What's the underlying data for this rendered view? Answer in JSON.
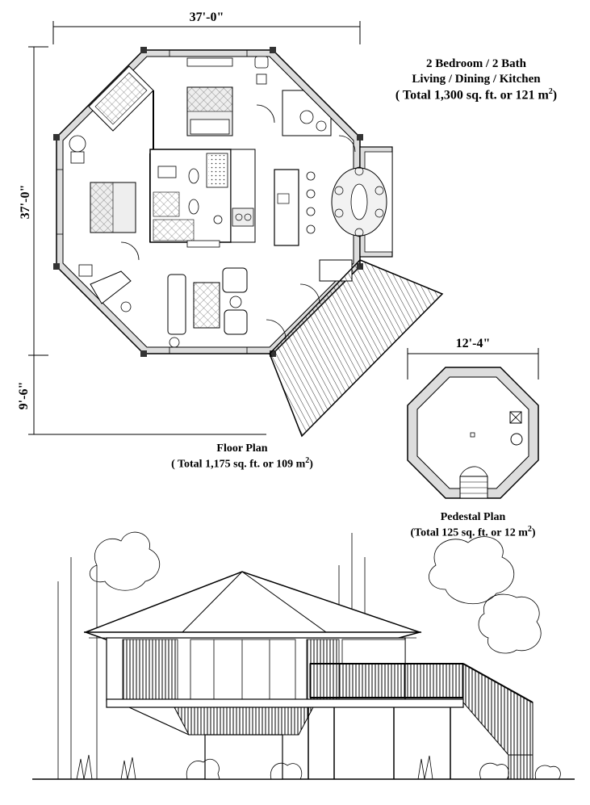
{
  "summary": {
    "bedbath": "2 Bedroom / 2 Bath",
    "rooms": "Living / Dining / Kitchen",
    "total_prefix": "( Total 1,300 sq. ft. or 121 m",
    "total_sup": "2",
    "total_suffix": ")"
  },
  "floor_plan": {
    "dim_width": "37'-0\"",
    "dim_height": "37'-0\"",
    "dim_deck": "9'-6\"",
    "title": "Floor Plan",
    "area_prefix": "( Total 1,175 sq. ft. or 109 m",
    "area_sup": "2",
    "area_suffix": ")"
  },
  "pedestal_plan": {
    "dim_width": "12'-4\"",
    "title": "Pedestal Plan",
    "area_prefix": "(Total 125 sq. ft. or 12 m",
    "area_sup": "2",
    "area_suffix": ")"
  }
}
